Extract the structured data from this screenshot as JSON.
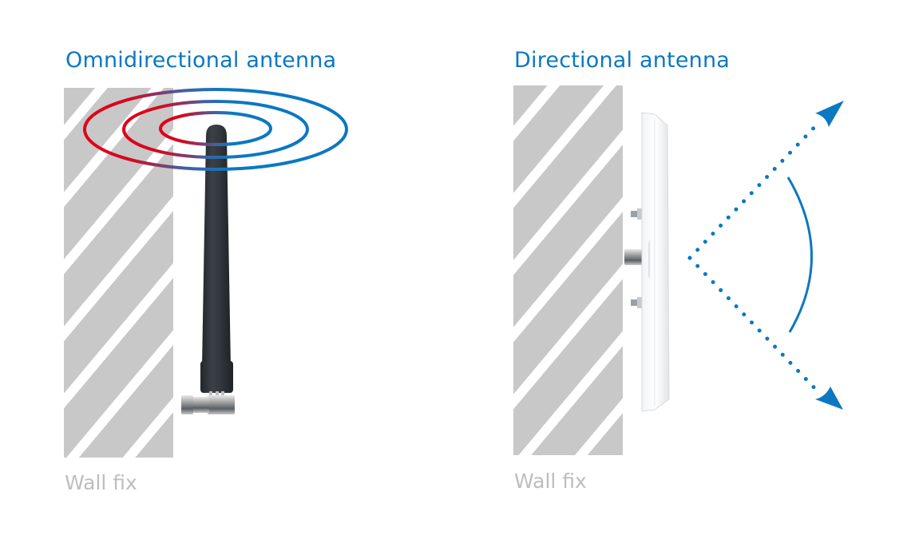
{
  "panels": [
    {
      "id": "omnidirectional",
      "title": "Omnidirectional antenna",
      "caption": "Wall fix",
      "antenna_type": "omnidirectional-rubber-duck-antenna",
      "signal": "concentric-rings",
      "ring_gradient": [
        "#e2001a",
        "#0b78c1"
      ]
    },
    {
      "id": "directional",
      "title": "Directional antenna",
      "caption": "Wall fix",
      "antenna_type": "directional-panel-antenna",
      "signal": "beam-angle-with-arrows"
    }
  ],
  "colors": {
    "accent_blue": "#0b78c1",
    "signal_red": "#e2001a",
    "wall_gray": "#c8c8c8",
    "caption_gray": "#bdbdbd",
    "antenna_dark": "#2f3338"
  }
}
